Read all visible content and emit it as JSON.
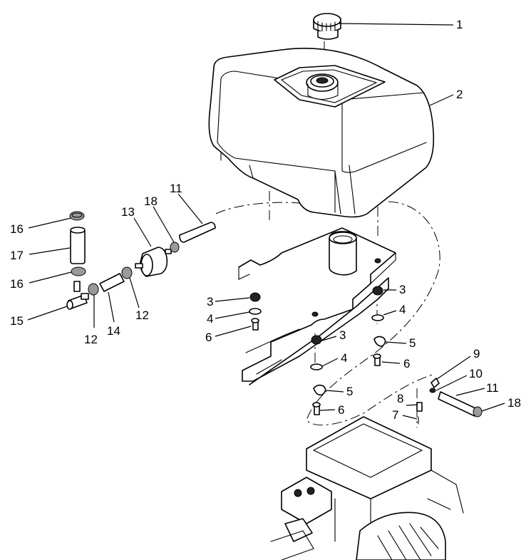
{
  "diagram": {
    "callouts": [
      {
        "id": "c1a",
        "label": "1"
      },
      {
        "id": "c2a",
        "label": "2"
      },
      {
        "id": "c3a",
        "label": "3"
      },
      {
        "id": "c3b",
        "label": "3"
      },
      {
        "id": "c3c",
        "label": "3"
      },
      {
        "id": "c4a",
        "label": "4"
      },
      {
        "id": "c4b",
        "label": "4"
      },
      {
        "id": "c4c",
        "label": "4"
      },
      {
        "id": "c5a",
        "label": "5"
      },
      {
        "id": "c5b",
        "label": "5"
      },
      {
        "id": "c6a",
        "label": "6"
      },
      {
        "id": "c6b",
        "label": "6"
      },
      {
        "id": "c6c",
        "label": "6"
      },
      {
        "id": "c7a",
        "label": "7"
      },
      {
        "id": "c8a",
        "label": "8"
      },
      {
        "id": "c9a",
        "label": "9"
      },
      {
        "id": "c10a",
        "label": "10"
      },
      {
        "id": "c11a",
        "label": "11"
      },
      {
        "id": "c11b",
        "label": "11"
      },
      {
        "id": "c12a",
        "label": "12"
      },
      {
        "id": "c12b",
        "label": "12"
      },
      {
        "id": "c13a",
        "label": "13"
      },
      {
        "id": "c14a",
        "label": "14"
      },
      {
        "id": "c15a",
        "label": "15"
      },
      {
        "id": "c16a",
        "label": "16"
      },
      {
        "id": "c16b",
        "label": "16"
      },
      {
        "id": "c17a",
        "label": "17"
      },
      {
        "id": "c18a",
        "label": "18"
      },
      {
        "id": "c18b",
        "label": "18"
      }
    ]
  }
}
